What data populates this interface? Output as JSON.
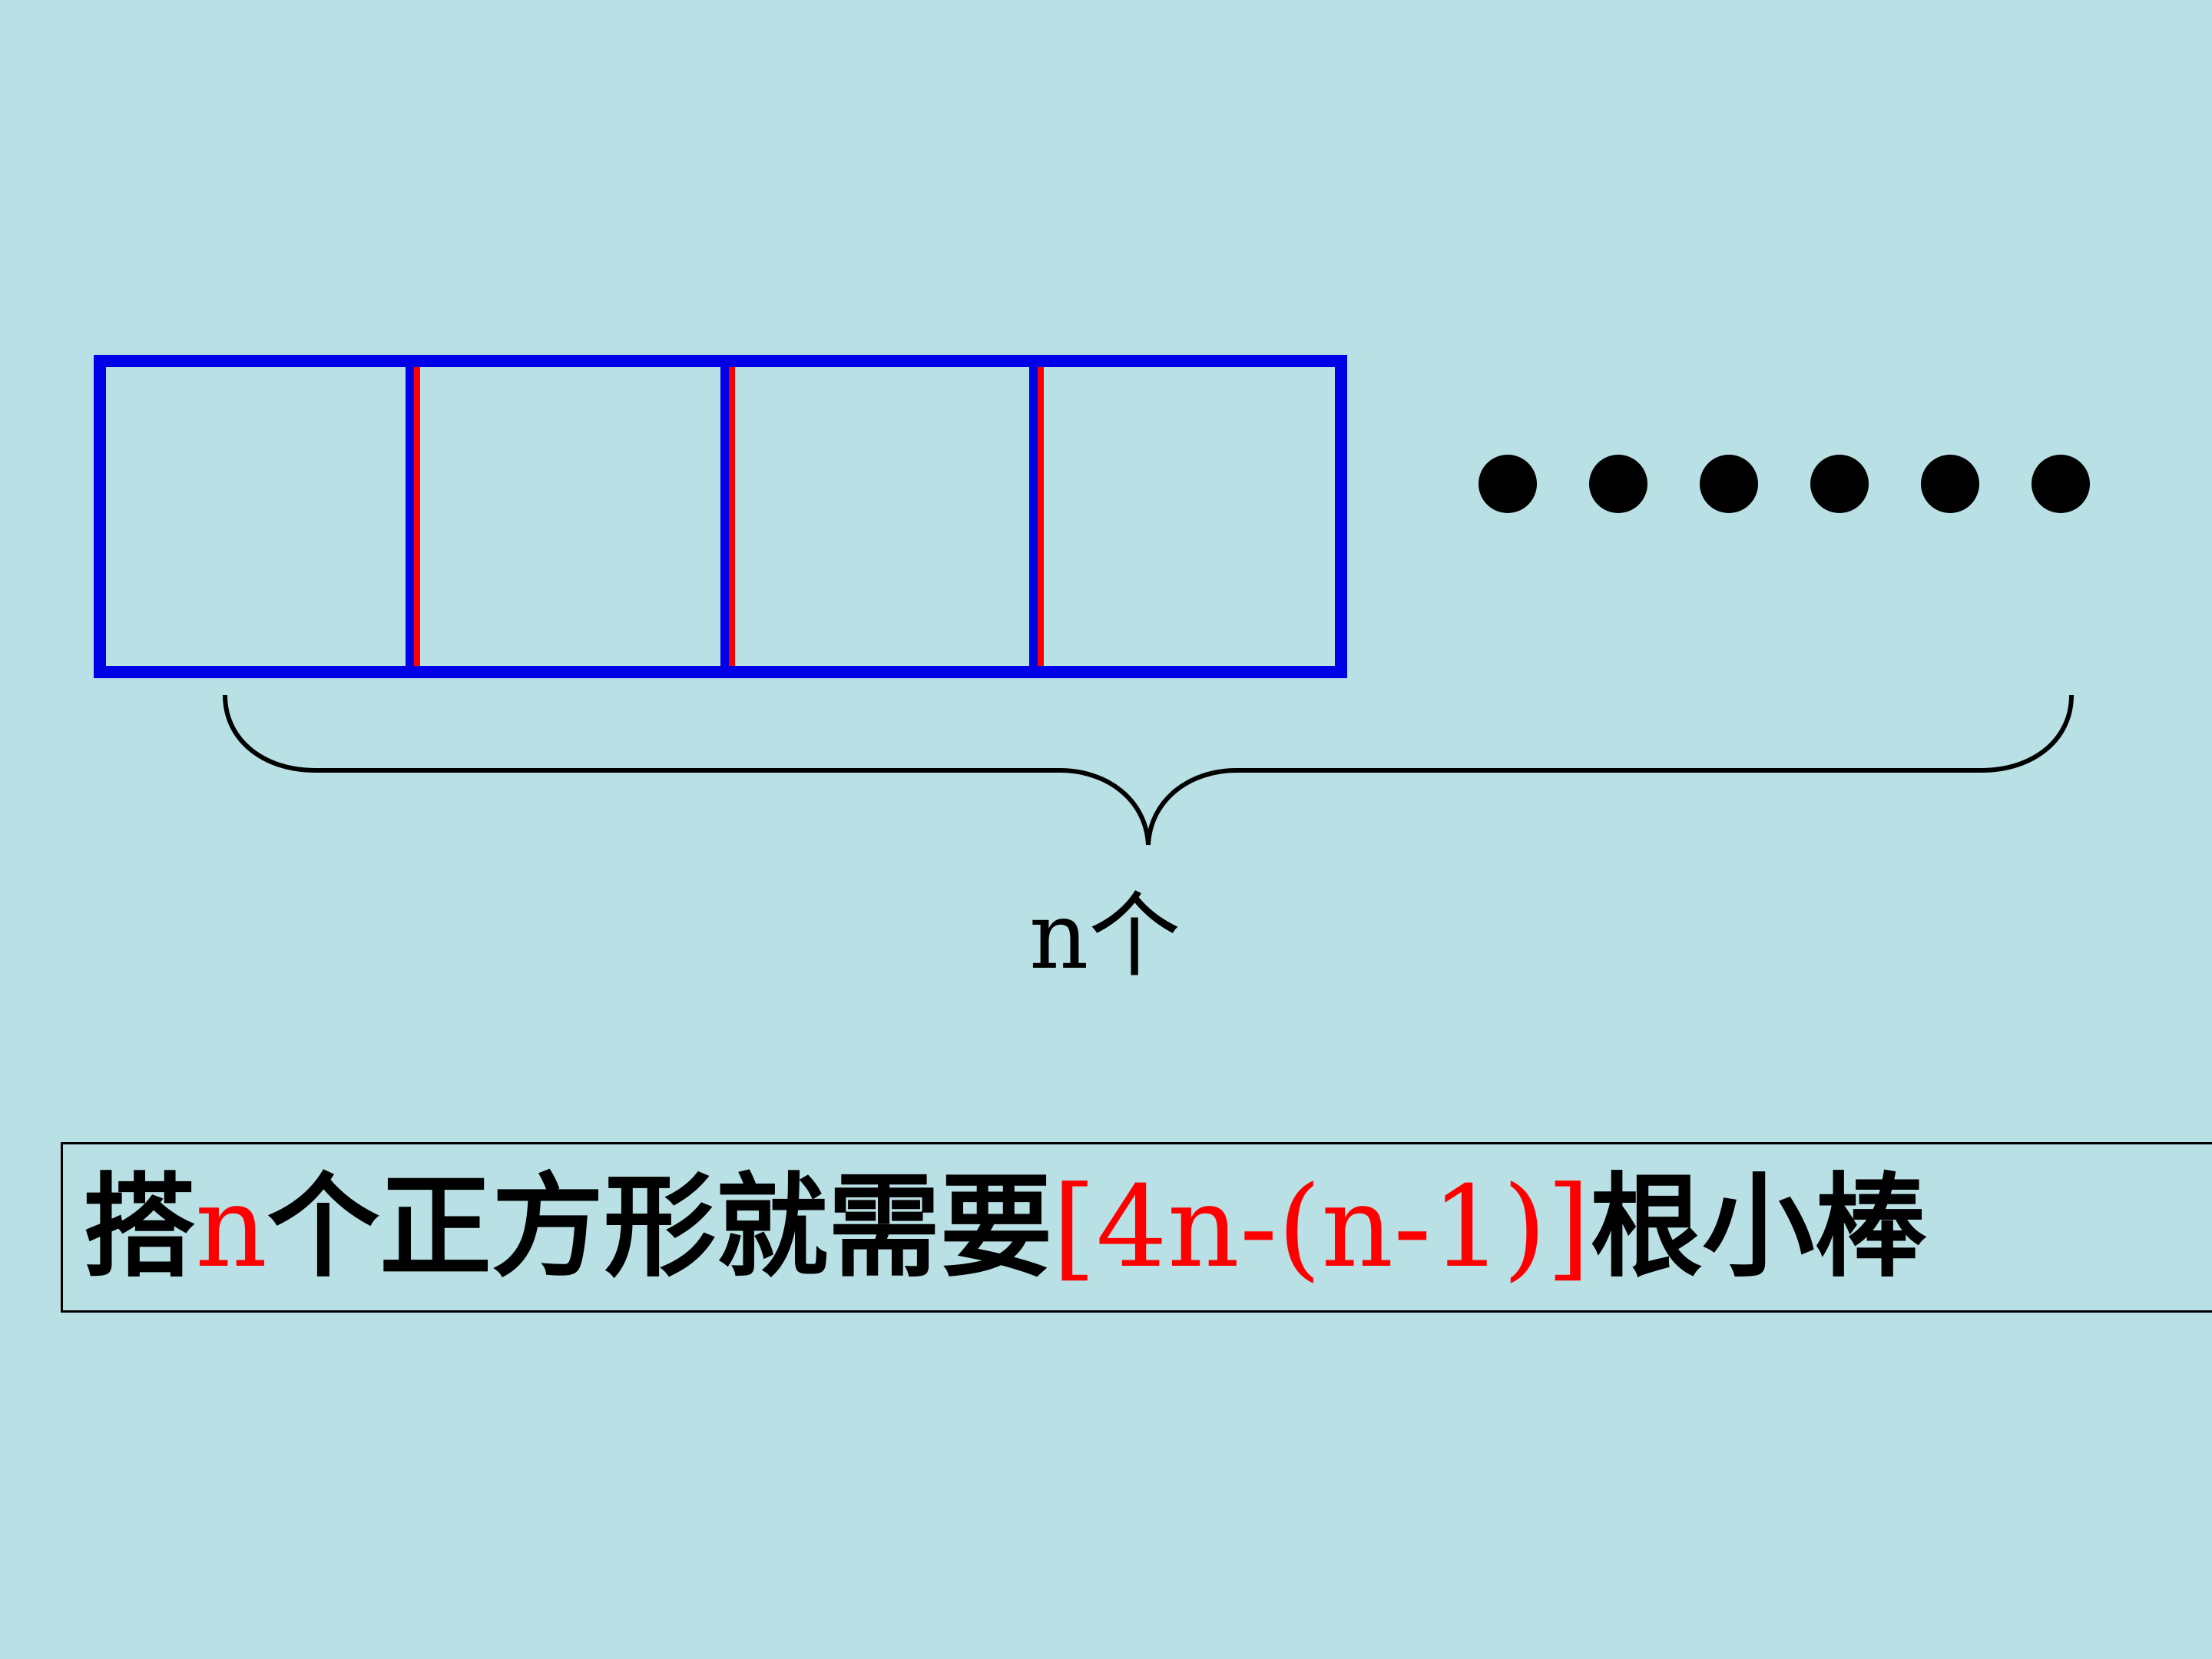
{
  "colors": {
    "background": "#b9e0e4",
    "square_border": "#0000e6",
    "shared_edge": "#ff0000",
    "text": "#000000",
    "highlight": "#ff0000"
  },
  "diagram": {
    "square_count": 4,
    "ellipsis": "······",
    "brace_label": "n个"
  },
  "formula": {
    "prefix": "搭",
    "variable": "n",
    "middle": "个正方形就需要",
    "expression": "[4n-(n-1)]",
    "suffix": "根小棒"
  }
}
